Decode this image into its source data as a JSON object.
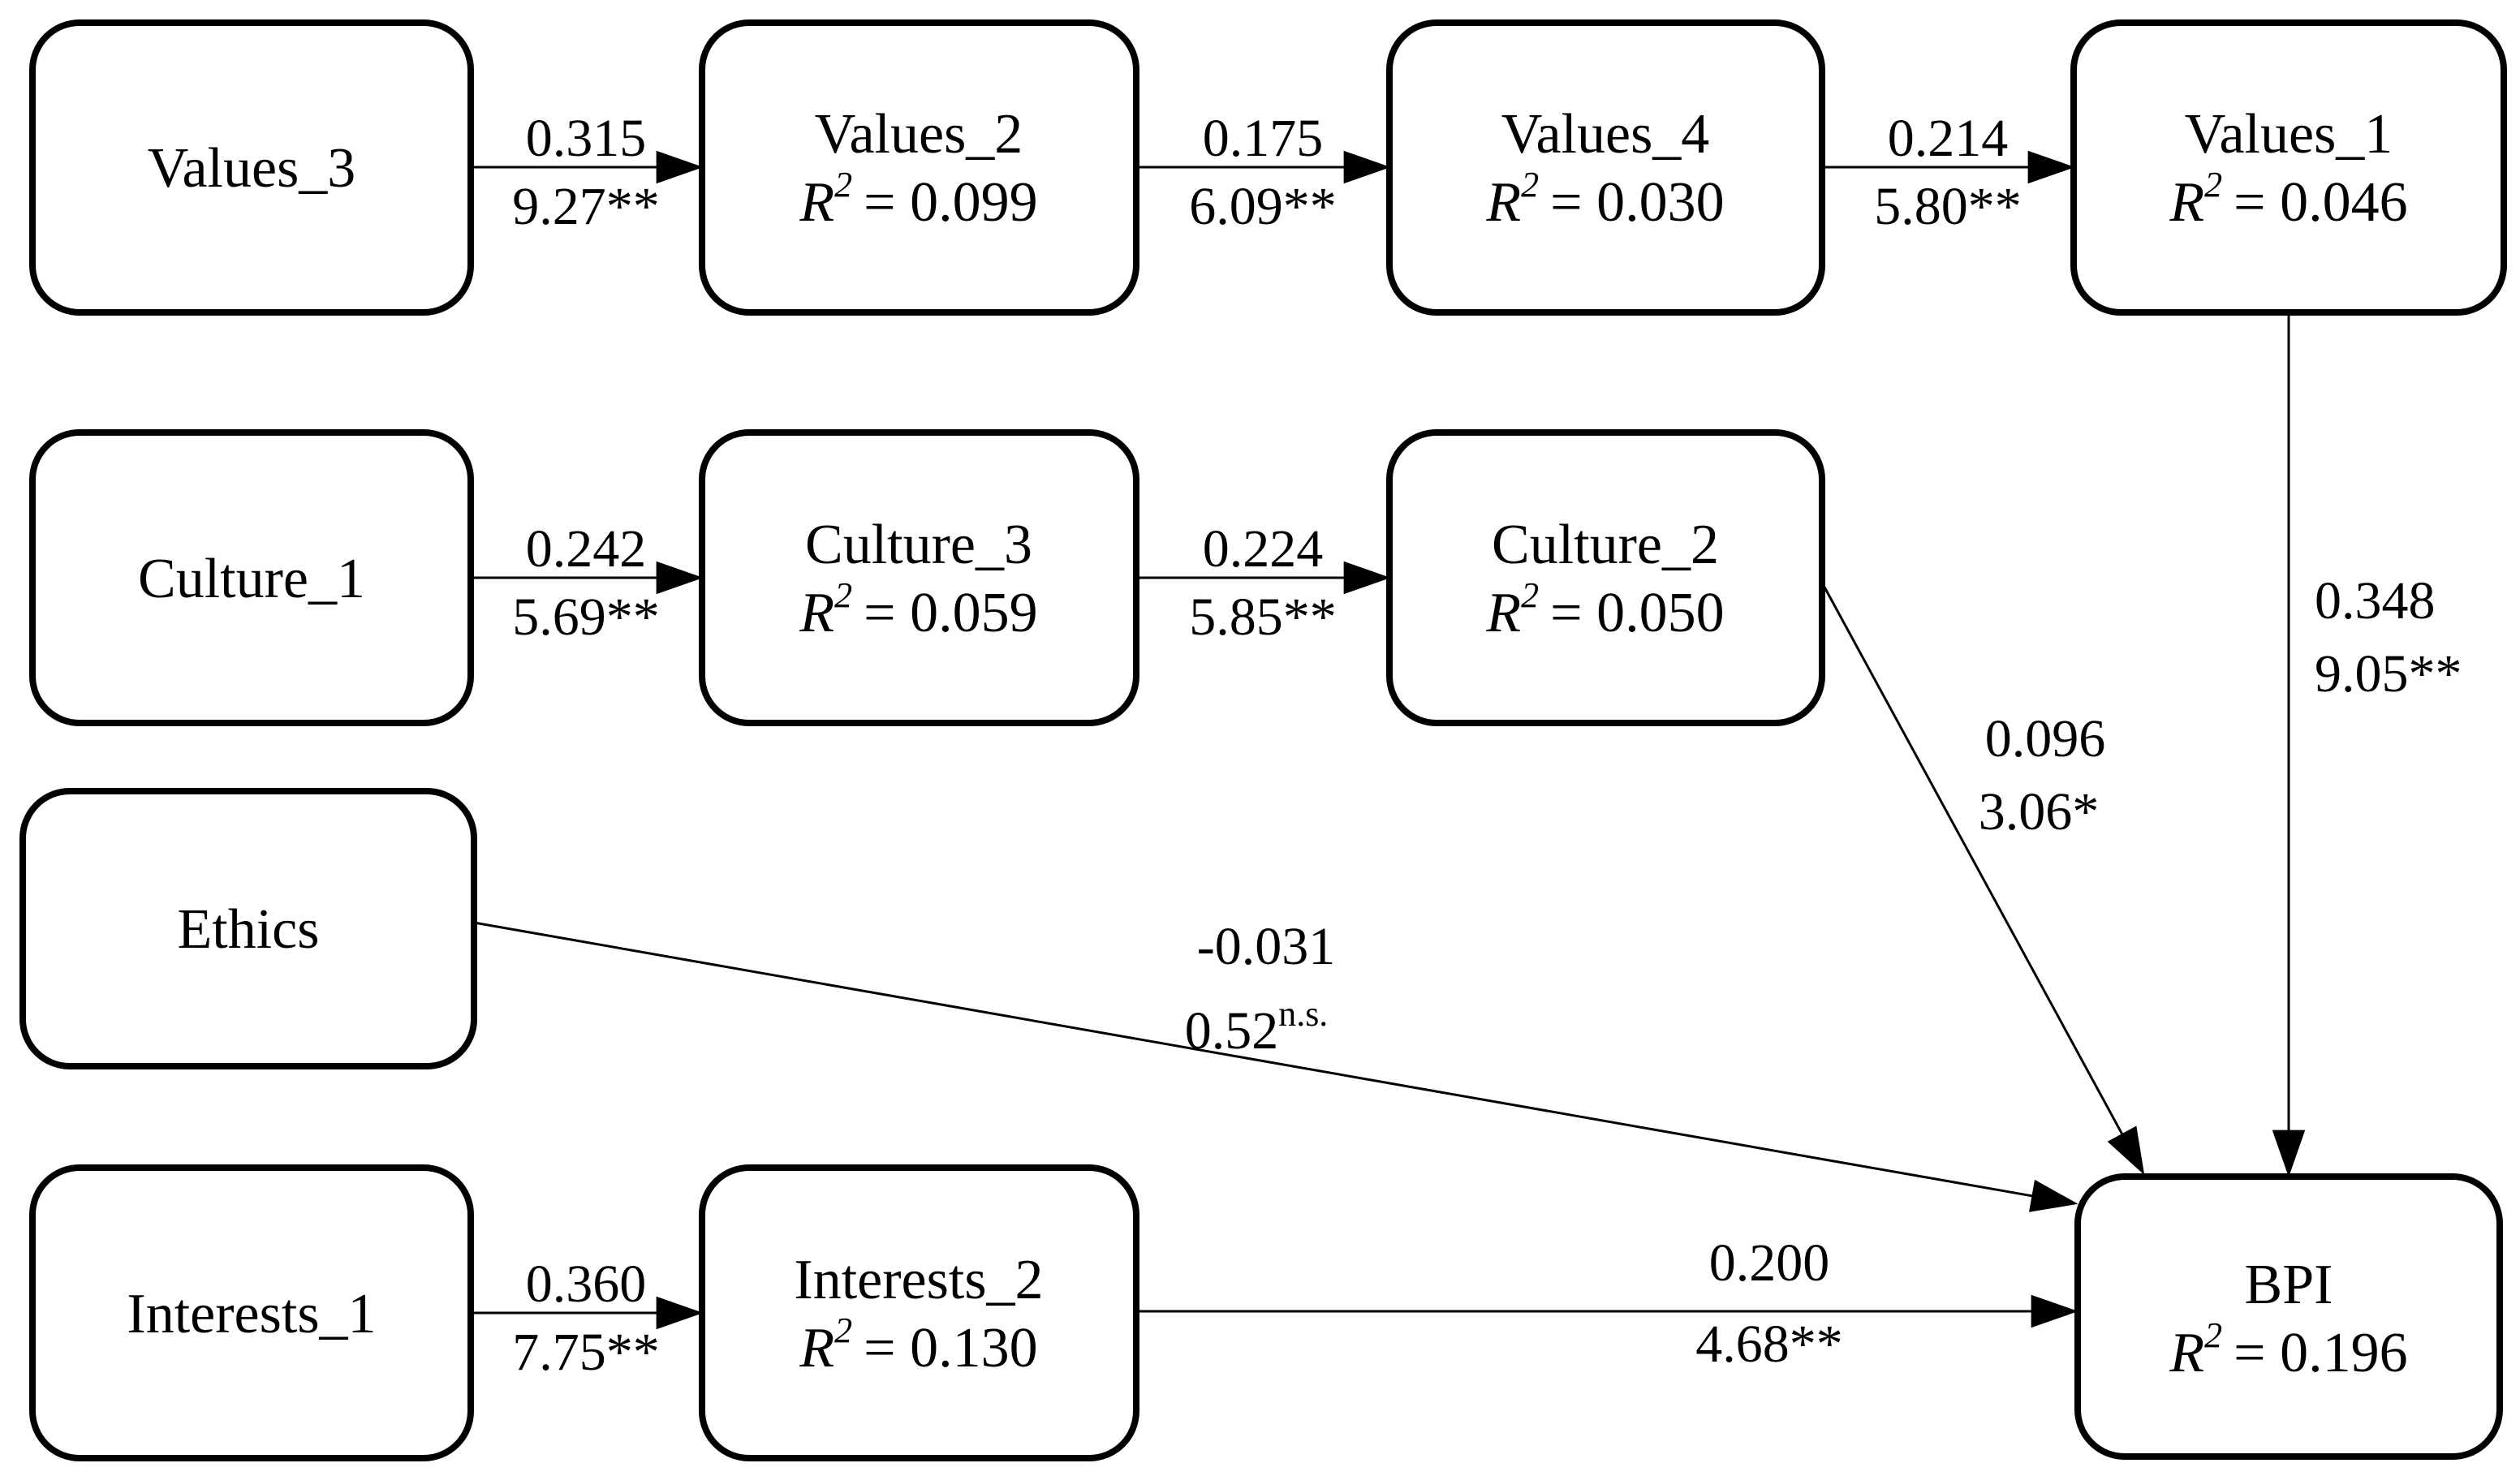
{
  "figure": {
    "type": "path-model-diagram",
    "colors": {
      "background": "#ffffff",
      "ink": "#000000"
    },
    "nodes": {
      "v3": {
        "label": "Values_3"
      },
      "v2": {
        "label": "Values_2",
        "r_sym": "R",
        "r_sup": "2",
        "r_rest": "= 0.099"
      },
      "v4": {
        "label": "Values_4",
        "r_sym": "R",
        "r_sup": "2",
        "r_rest": "= 0.030"
      },
      "v1": {
        "label": "Values_1",
        "r_sym": "R",
        "r_sup": "2",
        "r_rest": "= 0.046"
      },
      "c1": {
        "label": "Culture_1"
      },
      "c3": {
        "label": "Culture_3",
        "r_sym": "R",
        "r_sup": "2",
        "r_rest": "= 0.059"
      },
      "c2": {
        "label": "Culture_2",
        "r_sym": "R",
        "r_sup": "2",
        "r_rest": "= 0.050"
      },
      "eth": {
        "label": "Ethics"
      },
      "i1": {
        "label": "Interests_1"
      },
      "i2": {
        "label": "Interests_2",
        "r_sym": "R",
        "r_sup": "2",
        "r_rest": "= 0.130"
      },
      "bpi": {
        "label": "BPI",
        "r_sym": "R",
        "r_sup": "2",
        "r_rest": "= 0.196"
      }
    },
    "edges": {
      "v3v2": {
        "from": "Values_3",
        "to": "Values_2",
        "coef": "0.315",
        "t": "9.27**"
      },
      "v2v4": {
        "from": "Values_2",
        "to": "Values_4",
        "coef": "0.175",
        "t": "6.09**"
      },
      "v4v1": {
        "from": "Values_4",
        "to": "Values_1",
        "coef": "0.214",
        "t": "5.80**"
      },
      "c1c3": {
        "from": "Culture_1",
        "to": "Culture_3",
        "coef": "0.242",
        "t": "5.69**"
      },
      "c3c2": {
        "from": "Culture_3",
        "to": "Culture_2",
        "coef": "0.224",
        "t": "5.85**"
      },
      "i1i2": {
        "from": "Interests_1",
        "to": "Interests_2",
        "coef": "0.360",
        "t": "7.75**"
      },
      "i2bpi": {
        "from": "Interests_2",
        "to": "BPI",
        "coef": "0.200",
        "t": "4.68**"
      },
      "v1bpi": {
        "from": "Values_1",
        "to": "BPI",
        "coef": "0.348",
        "t": "9.05**"
      },
      "c2bpi": {
        "from": "Culture_2",
        "to": "BPI",
        "coef": "0.096",
        "t": "3.06*"
      },
      "ethbpi": {
        "from": "Ethics",
        "to": "BPI",
        "coef": "-0.031",
        "t": "0.52",
        "t_sup": "n.s."
      }
    }
  }
}
